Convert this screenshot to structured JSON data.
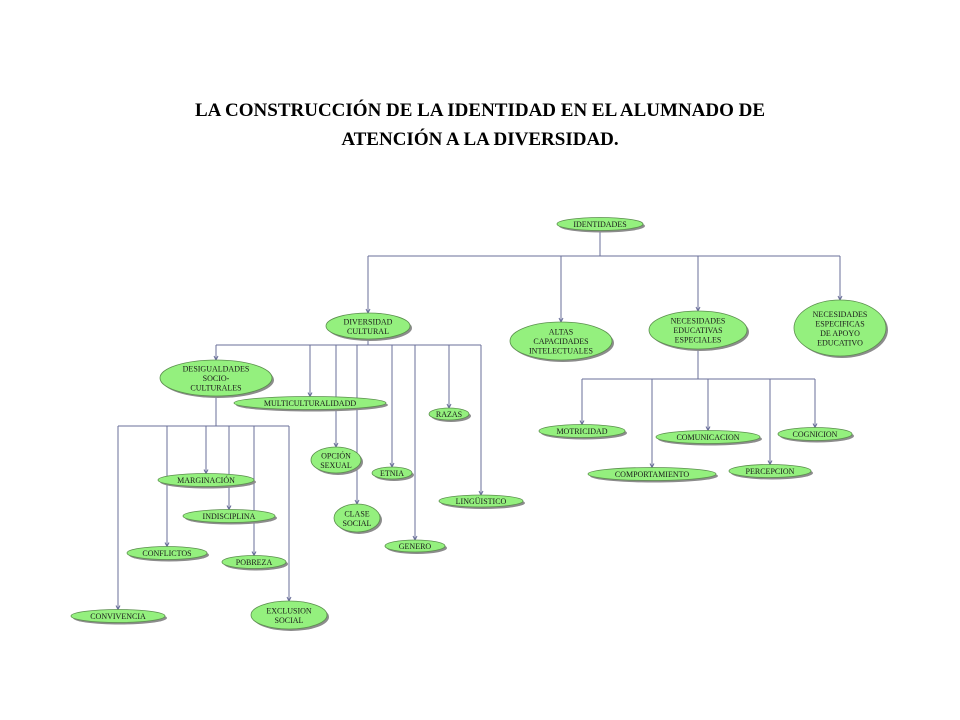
{
  "title": {
    "line1": "LA CONSTRUCCIÓN DE LA IDENTIDAD EN EL ALUMNADO   DE",
    "line2": "ATENCIÓN A LA DIVERSIDAD."
  },
  "colors": {
    "node_fill": "#94f07e",
    "node_stroke": "#5b8f4d",
    "shadow": "#8c8c8c",
    "connector": "#6a6f9a"
  },
  "nodes": [
    {
      "id": "identidades",
      "lines": [
        "IDENTIDADES"
      ]
    },
    {
      "id": "diversidad-cultural",
      "lines": [
        "DIVERSIDAD",
        "CULTURAL"
      ]
    },
    {
      "id": "altas-capacidades",
      "lines": [
        "ALTAS",
        "CAPACIDADES",
        "INTELECTUALES"
      ]
    },
    {
      "id": "nee",
      "lines": [
        "NECESIDADES",
        "EDUCATIVAS",
        "ESPECIALES"
      ]
    },
    {
      "id": "neae",
      "lines": [
        "NECESIDADES",
        "ESPECIFICAS",
        "DE APOYO",
        "EDUCATIVO"
      ]
    },
    {
      "id": "desigualdades",
      "lines": [
        "DESIGUALDADES",
        "SOCIO-",
        "CULTURALES"
      ]
    },
    {
      "id": "multiculturalidad",
      "lines": [
        "MULTICULTURALIDADD"
      ]
    },
    {
      "id": "razas",
      "lines": [
        "RAZAS"
      ]
    },
    {
      "id": "opcion-sexual",
      "lines": [
        "OPCIÓN",
        "SEXUAL"
      ]
    },
    {
      "id": "etnia",
      "lines": [
        "ETNIA"
      ]
    },
    {
      "id": "linguistico",
      "lines": [
        "LINGÜISTICO"
      ]
    },
    {
      "id": "clase-social",
      "lines": [
        "CLASE",
        "SOCIAL"
      ]
    },
    {
      "id": "genero",
      "lines": [
        "GENERO"
      ]
    },
    {
      "id": "marginacion",
      "lines": [
        "MARGINACIÓN"
      ]
    },
    {
      "id": "indisciplina",
      "lines": [
        "INDISCIPLINA"
      ]
    },
    {
      "id": "conflictos",
      "lines": [
        "CONFLICTOS"
      ]
    },
    {
      "id": "pobreza",
      "lines": [
        "POBREZA"
      ]
    },
    {
      "id": "convivencia",
      "lines": [
        "CONVIVENCIA"
      ]
    },
    {
      "id": "exclusion-social",
      "lines": [
        "EXCLUSION",
        "SOCIAL"
      ]
    },
    {
      "id": "motricidad",
      "lines": [
        "MOTRICIDAD"
      ]
    },
    {
      "id": "comunicacion",
      "lines": [
        "COMUNICACION"
      ]
    },
    {
      "id": "cognicion",
      "lines": [
        "COGNICION"
      ]
    },
    {
      "id": "comportamiento",
      "lines": [
        "COMPORTAMIENTO"
      ]
    },
    {
      "id": "percepcion",
      "lines": [
        "PERCEPCION"
      ]
    }
  ],
  "edges": [
    [
      "identidades",
      "diversidad-cultural"
    ],
    [
      "identidades",
      "altas-capacidades"
    ],
    [
      "identidades",
      "nee"
    ],
    [
      "identidades",
      "neae"
    ],
    [
      "diversidad-cultural",
      "desigualdades"
    ],
    [
      "diversidad-cultural",
      "multiculturalidad"
    ],
    [
      "diversidad-cultural",
      "opcion-sexual"
    ],
    [
      "diversidad-cultural",
      "clase-social"
    ],
    [
      "diversidad-cultural",
      "etnia"
    ],
    [
      "diversidad-cultural",
      "genero"
    ],
    [
      "diversidad-cultural",
      "razas"
    ],
    [
      "diversidad-cultural",
      "linguistico"
    ],
    [
      "desigualdades",
      "convivencia"
    ],
    [
      "desigualdades",
      "conflictos"
    ],
    [
      "desigualdades",
      "marginacion"
    ],
    [
      "desigualdades",
      "indisciplina"
    ],
    [
      "desigualdades",
      "pobreza"
    ],
    [
      "desigualdades",
      "exclusion-social"
    ],
    [
      "nee",
      "motricidad"
    ],
    [
      "nee",
      "comportamiento"
    ],
    [
      "nee",
      "comunicacion"
    ],
    [
      "nee",
      "percepcion"
    ],
    [
      "nee",
      "cognicion"
    ]
  ]
}
